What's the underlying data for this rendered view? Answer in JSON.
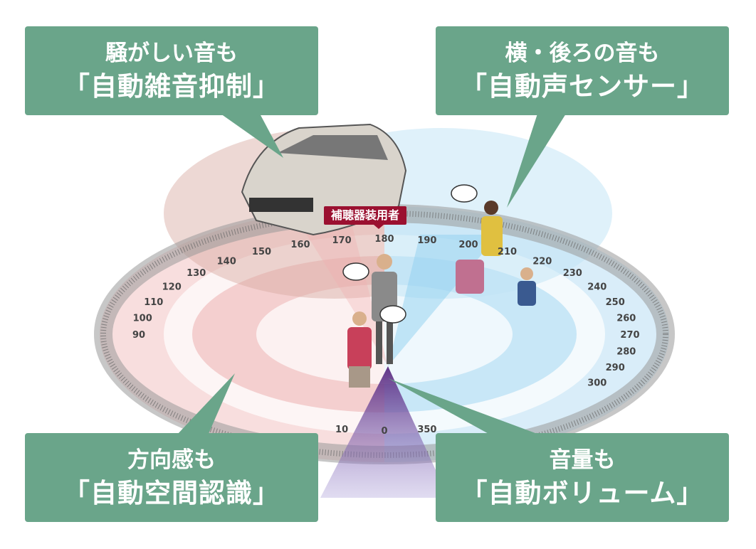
{
  "callouts": {
    "top_left": {
      "line1": "騒がしい音も",
      "line2": "「自動雑音抑制」"
    },
    "top_right": {
      "line1": "横・後ろの音も",
      "line2": "「自動声センサー」"
    },
    "bottom_left": {
      "line1": "方向感も",
      "line2": "「自動空間認識」"
    },
    "bottom_right": {
      "line1": "音量も",
      "line2": "「自動ボリューム」"
    }
  },
  "wearer_label": "補聴器装用者",
  "dial_labels": [
    "90",
    "100",
    "110",
    "120",
    "130",
    "140",
    "150",
    "160",
    "170",
    "180",
    "190",
    "200",
    "210",
    "220",
    "230",
    "240",
    "250",
    "260",
    "270",
    "280",
    "290",
    "300",
    "350",
    "0",
    "10"
  ],
  "colors": {
    "callout": "#6aa58a",
    "label": "#9b1030",
    "noise_zone": "#e8a0a0",
    "voice_zone": "#9fd3ee",
    "volume_beam": "#6b3a8c"
  }
}
